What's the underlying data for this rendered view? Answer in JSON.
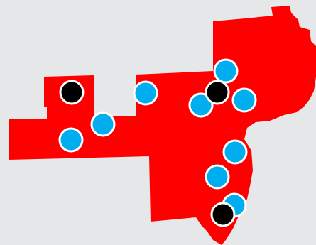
{
  "map": {
    "background_color": "#e6e7e8",
    "region_fill": "#ff0000",
    "marker_types": {
      "blue": {
        "fill": "#00aeef",
        "stroke": "#ffffff"
      },
      "black": {
        "fill": "#000000",
        "stroke": "#ffffff"
      }
    },
    "markers": [
      {
        "type": "black"
      },
      {
        "type": "blue"
      },
      {
        "type": "blue"
      },
      {
        "type": "blue"
      },
      {
        "type": "blue"
      },
      {
        "type": "black"
      },
      {
        "type": "blue"
      },
      {
        "type": "blue"
      },
      {
        "type": "blue"
      },
      {
        "type": "blue"
      },
      {
        "type": "blue"
      },
      {
        "type": "blue"
      },
      {
        "type": "black"
      }
    ]
  }
}
